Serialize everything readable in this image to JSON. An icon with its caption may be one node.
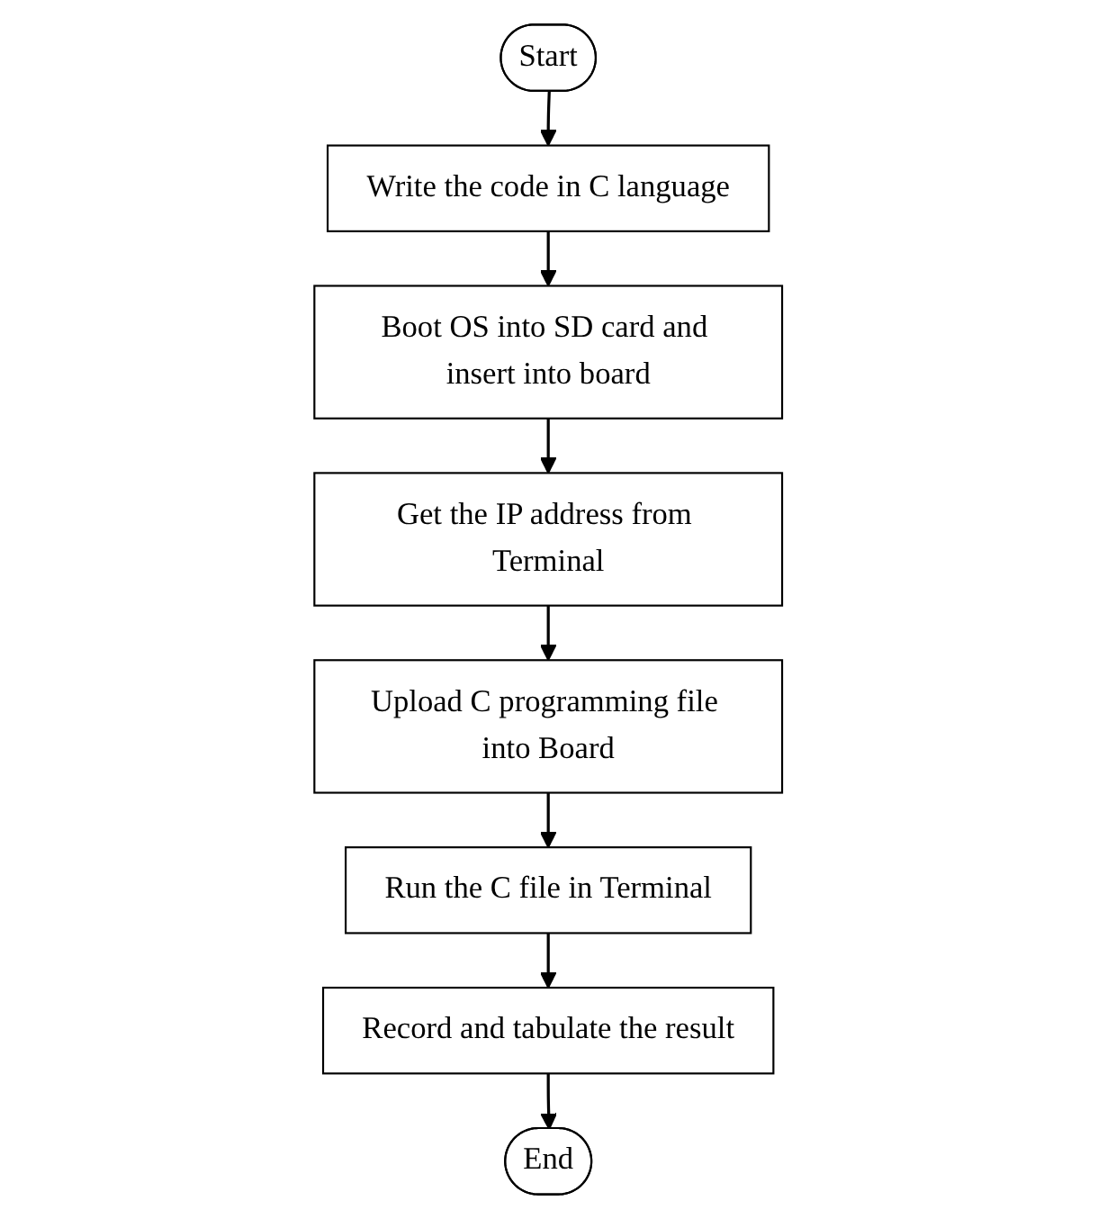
{
  "diagram": {
    "nodes": [
      {
        "text": [
          "Start"
        ]
      },
      {
        "text": [
          "Write the code in C language"
        ]
      },
      {
        "text": [
          "Boot OS into SD card and insert into board"
        ]
      },
      {
        "text": [
          "Get the IP address from Terminal"
        ]
      },
      {
        "text": [
          "Upload C programming file into Board"
        ]
      },
      {
        "text": [
          "Run the C file in Terminal"
        ]
      },
      {
        "text": [
          "Record and tabulate the result"
        ]
      },
      {
        "text": [
          "End"
        ]
      }
    ],
    "edges": [
      {
        "from": 0,
        "to": 1,
        "arrow": "to"
      },
      {
        "from": 1,
        "to": 2,
        "arrow": "to"
      },
      {
        "from": 2,
        "to": 3,
        "arrow": "to"
      },
      {
        "from": 3,
        "to": 4,
        "arrow": "to"
      },
      {
        "from": 4,
        "to": 5,
        "arrow": "to"
      },
      {
        "from": 5,
        "to": 6,
        "arrow": "to"
      },
      {
        "from": 6,
        "to": 7,
        "arrow": "to"
      }
    ]
  }
}
